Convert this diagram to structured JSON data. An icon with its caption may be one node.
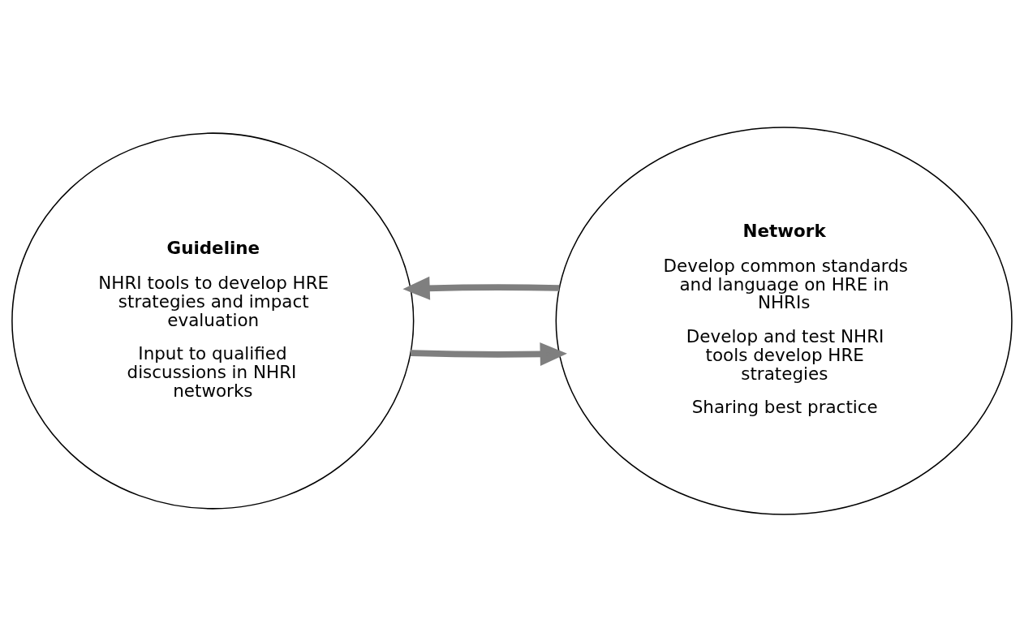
{
  "diagram": {
    "nodes": [
      {
        "text": [
          "Guideline",
          "NHRI tools to develop HRE strategies and impact evaluation",
          "Input to qualified discussions in NHRI networks"
        ]
      },
      {
        "text": [
          "Network",
          "Develop common standards and language on HRE in NHRIs",
          "Develop and test NHRI tools develop HRE strategies",
          "Sharing best practice"
        ]
      }
    ],
    "edges": [
      {
        "from": 0,
        "to": 1,
        "arrow": "to"
      },
      {
        "from": 1,
        "to": 0,
        "arrow": "to"
      }
    ]
  }
}
